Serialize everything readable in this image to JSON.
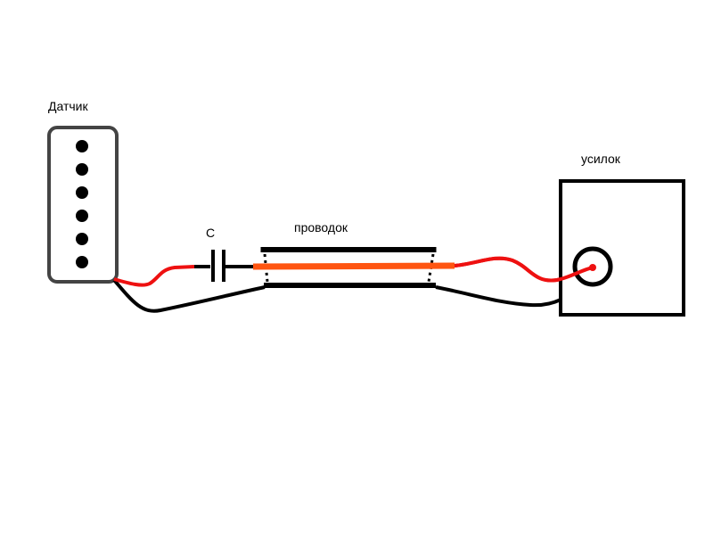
{
  "labels": {
    "pickup": "Датчик",
    "capacitor": "C",
    "cable": "проводок",
    "amplifier": "усилок"
  },
  "pickup": {
    "pole_count": 6
  },
  "colors": {
    "signal_wire": "#ee1111",
    "cable_core": "#ff5511",
    "ground_wire": "#000000",
    "pickup_outline": "#444444",
    "amplifier_outline": "#000000"
  }
}
